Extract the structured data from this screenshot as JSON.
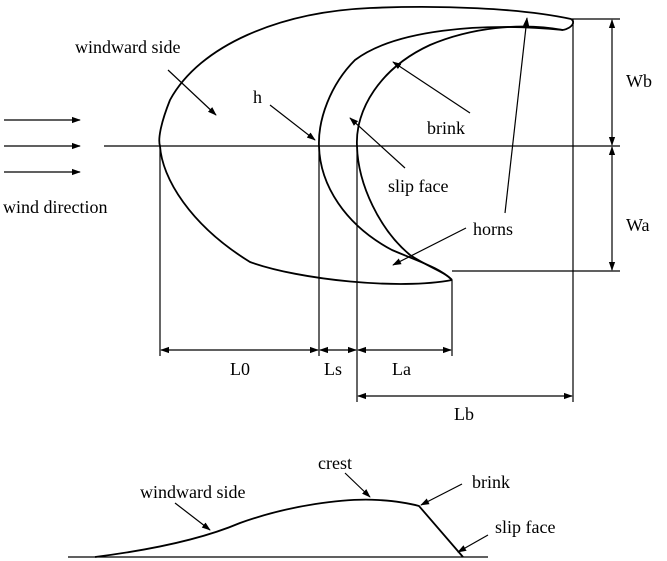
{
  "top_diagram": {
    "labels": {
      "windward_side": "windward side",
      "h": "h",
      "brink": "brink",
      "slip_face": "slip face",
      "horns": "horns",
      "wind_direction": "wind direction",
      "wb": "Wb",
      "wa": "Wa",
      "l0": "L0",
      "ls": "Ls",
      "la": "La",
      "lb": "Lb"
    }
  },
  "profile_diagram": {
    "labels": {
      "crest": "crest",
      "windward_side": "windward side",
      "brink": "brink",
      "slip_face": "slip face"
    }
  }
}
